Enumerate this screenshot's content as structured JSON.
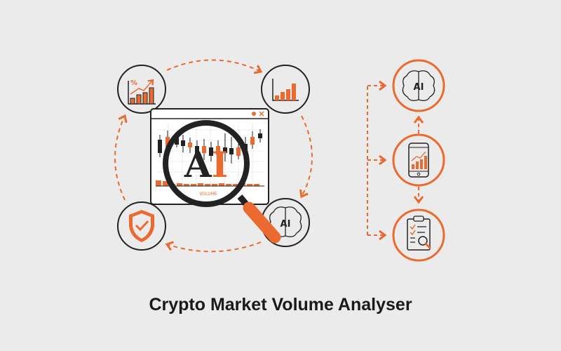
{
  "title": "Crypto Market Volume Analyser",
  "colors": {
    "accent": "#ea6a2f",
    "ink": "#222222",
    "background": "#ebebeb"
  },
  "chart_window": {
    "volume_label": "VOLUME",
    "magnifier_text": "AI"
  },
  "cycle_icons": [
    {
      "icon": "growth-chart-icon",
      "label": "%"
    },
    {
      "icon": "bar-chart-icon"
    },
    {
      "icon": "ai-brain-icon",
      "label": "AI"
    },
    {
      "icon": "shield-check-icon"
    }
  ],
  "flow_icons": [
    {
      "icon": "ai-brain-icon",
      "label": "AI"
    },
    {
      "icon": "smartphone-chart-icon"
    },
    {
      "icon": "clipboard-search-icon"
    }
  ]
}
